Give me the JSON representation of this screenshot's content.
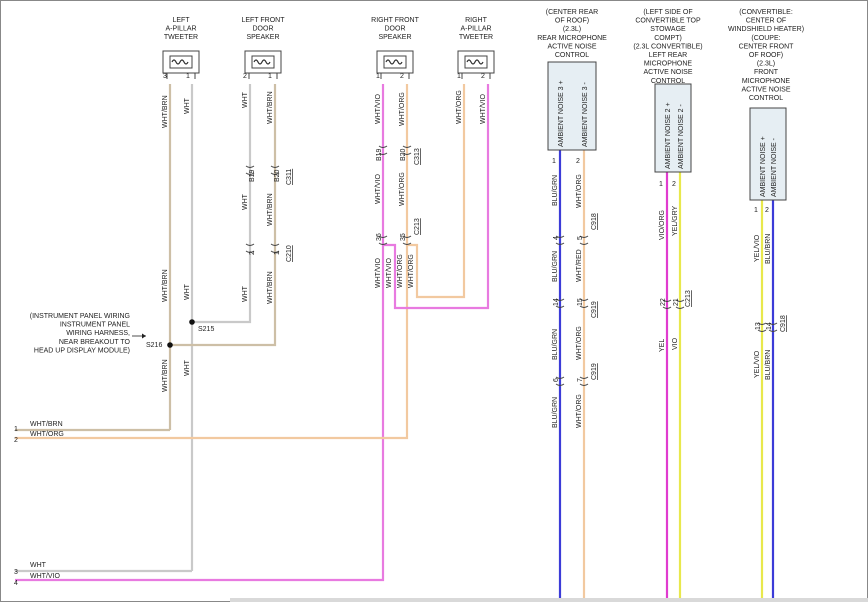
{
  "colors": {
    "wht_brn": "#cdbfa6",
    "wht_org": "#f2c9a0",
    "wht": "#c9c9c9",
    "wht_vio": "#e87ae0",
    "blu_grn": "#3c3cd8",
    "vio_org": "#e03ccf",
    "yel": "#e8e84c",
    "border": "#444444",
    "module_fill": "#e6eef3"
  },
  "devices": {
    "left_tweeter": [
      "LEFT",
      "A-PILLAR",
      "TWEETER"
    ],
    "left_speaker": [
      "LEFT FRONT",
      "DOOR",
      "SPEAKER"
    ],
    "right_speaker": [
      "RIGHT FRONT",
      "DOOR",
      "SPEAKER"
    ],
    "right_tweeter": [
      "RIGHT",
      "A-PILLAR",
      "TWEETER"
    ]
  },
  "modules": {
    "rear": {
      "label": [
        "(CENTER REAR",
        "OF ROOF)",
        "(2.3L)",
        "REAR MICROPHONE",
        "ACTIVE NOISE",
        "CONTROL"
      ],
      "pin_names": [
        "AMBIENT NOISE 3 +",
        "AMBIENT NOISE 3 -"
      ]
    },
    "left_rear": {
      "label": [
        "(LEFT SIDE OF",
        "CONVERTIBLE TOP",
        "STOWAGE",
        "COMPT)",
        "(2.3L CONVERTIBLE)",
        "LEFT REAR",
        "MICROPHONE",
        "ACTIVE NOISE",
        "CONTROL"
      ],
      "pin_names": [
        "AMBIENT NOISE 2 +",
        "AMBIENT NOISE 2 -"
      ]
    },
    "front": {
      "label": [
        "(CONVERTIBLE:",
        "CENTER OF",
        "WINDSHIELD HEATER)",
        "(COUPE:",
        "CENTER FRONT",
        "OF ROOF)",
        "(2.3L)",
        "FRONT",
        "MICROPHONE",
        "ACTIVE NOISE",
        "CONTROL"
      ],
      "pin_names": [
        "AMBIENT NOISE +",
        "AMBIENT NOISE -"
      ]
    }
  },
  "splice_note": [
    "(INSTRUMENT PANEL WIRING",
    "INSTRUMENT PANEL",
    "WIRING HARNESS,",
    "NEAR BREAKOUT TO",
    "HEAD UP DISPLAY MODULE)"
  ],
  "splices": {
    "s215": "S215",
    "s216": "S216"
  },
  "connectors": {
    "c311": "C311",
    "c210": "C210",
    "c313": "C313",
    "c213": "C213",
    "c918": "C918",
    "c919": "C919"
  },
  "pins": {
    "lt_3": "3",
    "lt_1": "1",
    "ls_2": "2",
    "ls_1": "1",
    "rs_1": "1",
    "rs_2": "2",
    "rt_1": "1",
    "rt_2": "2",
    "b19": "B19",
    "b20": "B20",
    "p2": "2",
    "p1": "1",
    "p36": "36",
    "p35": "35",
    "r1": "1",
    "r2": "2",
    "r4": "4",
    "r5": "5",
    "r14": "14",
    "r15": "15",
    "r6": "6",
    "r7": "7",
    "m1": "1",
    "m2": "2",
    "m22": "22",
    "m21": "21",
    "f1": "1",
    "f2": "2",
    "f13": "13",
    "f14": "14"
  },
  "wire_labels": {
    "wht_brn": "WHT/BRN",
    "wht": "WHT",
    "wht_vio": "WHT/VIO",
    "wht_org": "WHT/ORG",
    "blu_grn": "BLU/GRN",
    "wht_red": "WHT/RED",
    "vio_org": "VIO/ORG",
    "yel_gry": "YEL/GRY",
    "yel": "YEL",
    "vio": "VIO",
    "yel_vio": "YEL/VIO",
    "blu_brn": "BLU/BRN"
  },
  "left_entries": [
    {
      "num": "1",
      "label": "WHT/BRN"
    },
    {
      "num": "2",
      "label": "WHT/ORG"
    },
    {
      "num": "3",
      "label": "WHT"
    },
    {
      "num": "4",
      "label": "WHT/VIO"
    }
  ]
}
